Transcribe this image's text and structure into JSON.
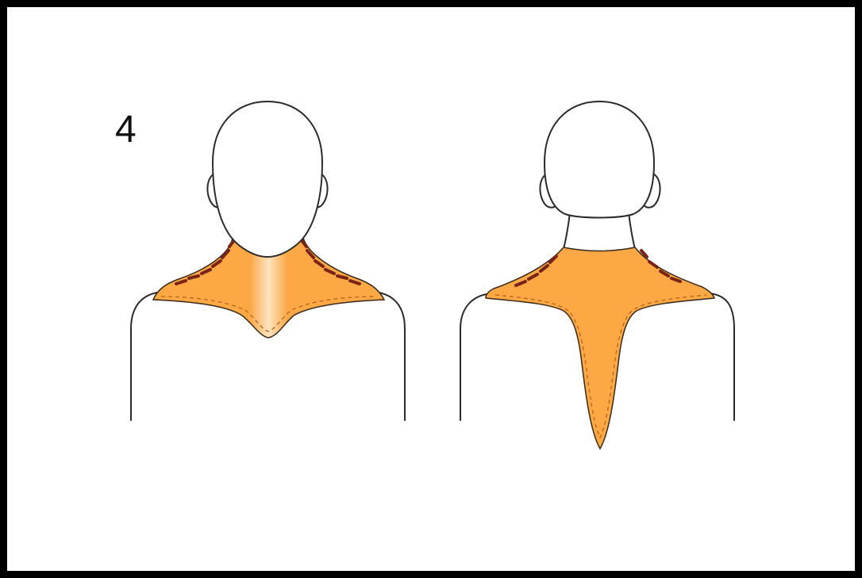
{
  "label": {
    "step_number": "4"
  },
  "figures": [
    {
      "view": "front",
      "pad_shape": "cape-with-short-v"
    },
    {
      "view": "back",
      "pad_shape": "cape-with-long-tail"
    }
  ],
  "colors": {
    "frame_border": "#000000",
    "pad_fill": "#FBA845",
    "pad_highlight": "#FDE3C0",
    "stitches": "#7A2418",
    "outline": "#2A2A2A",
    "background": "#FFFFFF"
  }
}
